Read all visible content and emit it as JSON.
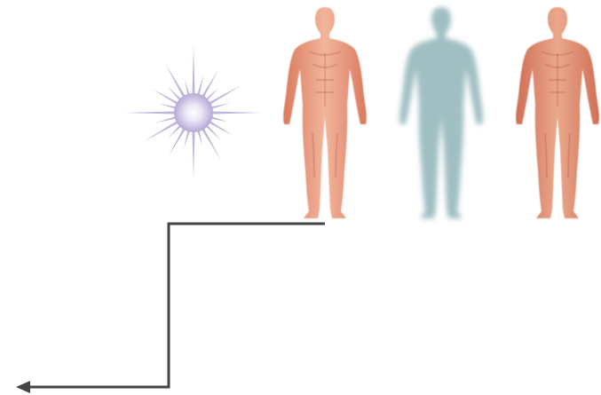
{
  "diagram": {
    "elements": [
      {
        "kind": "starburst",
        "icon": "starburst-icon",
        "color": "#b5a9d6",
        "core_color": "#ffffff"
      },
      {
        "kind": "human-figure",
        "icon": "anatomy-figure-icon",
        "color": "#e59a7e",
        "state": "solid"
      },
      {
        "kind": "human-figure",
        "icon": "silhouette-figure-icon",
        "color": "#8fb4b8",
        "state": "ghost"
      },
      {
        "kind": "human-figure",
        "icon": "anatomy-figure-icon",
        "color": "#df8a6c",
        "state": "solid"
      }
    ],
    "connector": {
      "icon": "arrow-left-icon",
      "color": "#444444",
      "direction": "left"
    }
  }
}
